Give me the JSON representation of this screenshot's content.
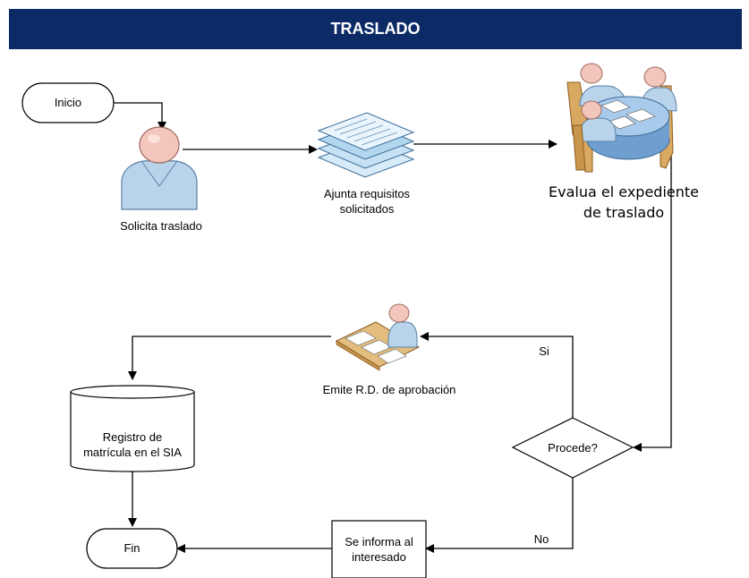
{
  "header": {
    "title": "TRASLADO"
  },
  "nodes": {
    "inicio": "Inicio",
    "solicita": "Solicita traslado",
    "ajunta_line1": "Ajunta requisitos",
    "ajunta_line2": "solicitados",
    "evalua_line1": "Evalua el expediente",
    "evalua_line2": "de traslado",
    "procede": "Procede?",
    "emite": "Emite R.D. de aprobación",
    "registro_line1": "Registro de",
    "registro_line2": "matrícula en el SIA",
    "informa_line1": "Se informa al",
    "informa_line2": "interesado",
    "fin": "Fin"
  },
  "edges": {
    "si": "Si",
    "no": "No"
  },
  "colors": {
    "header_bg": "#0b2a66",
    "figure_fill": "#b9d4ea",
    "face_fill": "#f2c6bb",
    "table_fill": "#8fb7df",
    "wood_fill": "#d9a861"
  }
}
